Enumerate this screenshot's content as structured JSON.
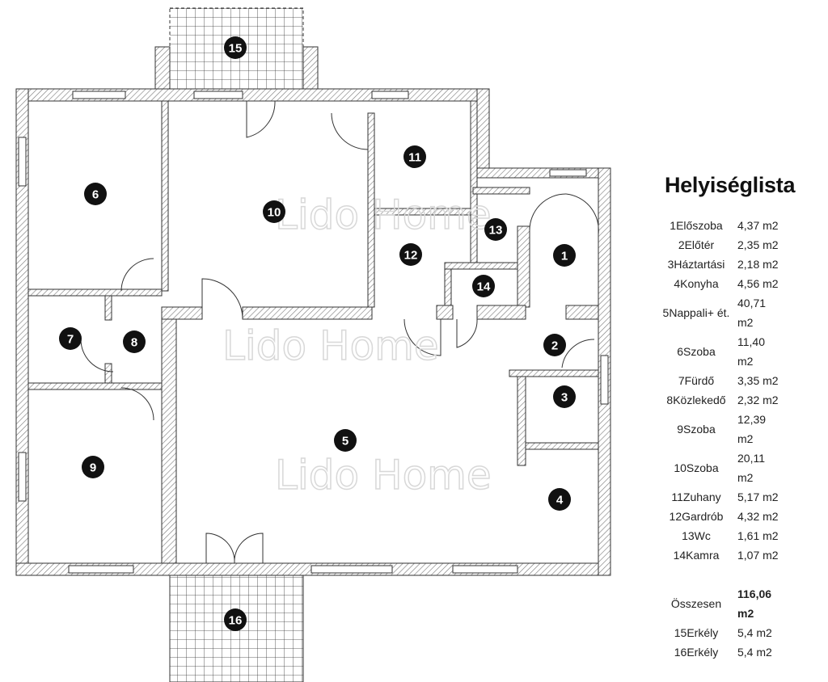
{
  "watermark": "Lido Home",
  "rooms_on_plan": [
    "1",
    "2",
    "3",
    "4",
    "5",
    "6",
    "7",
    "8",
    "9",
    "10",
    "11",
    "12",
    "13",
    "14",
    "15",
    "16"
  ],
  "legend": {
    "title": "Helyiséglista",
    "rows": [
      {
        "label": "1Előszoba",
        "value": "4,37 m2"
      },
      {
        "label": "2Előtér",
        "value": "2,35 m2"
      },
      {
        "label": "3Háztartási",
        "value": "2,18 m2"
      },
      {
        "label": "4Konyha",
        "value": "4,56 m2"
      },
      {
        "label": "5Nappali+ ét.",
        "value": "40,71 m2"
      },
      {
        "label": "6Szoba",
        "value": "11,40 m2"
      },
      {
        "label": "7Fürdő",
        "value": "3,35 m2"
      },
      {
        "label": "8Közlekedő",
        "value": "2,32 m2"
      },
      {
        "label": "9Szoba",
        "value": "12,39 m2"
      },
      {
        "label": "10Szoba",
        "value": "20,11 m2"
      },
      {
        "label": "11Zuhany",
        "value": "5,17 m2"
      },
      {
        "label": "12Gardrób",
        "value": "4,32 m2"
      },
      {
        "label": "13Wc",
        "value": "1,61 m2"
      },
      {
        "label": "14Kamra",
        "value": "1,07 m2"
      }
    ],
    "total": {
      "label": "Összesen",
      "value": "116,06 m2"
    },
    "balconies": [
      {
        "label": "15Erkély",
        "value": "5,4 m2"
      },
      {
        "label": "16Erkély",
        "value": "5,4 m2"
      }
    ]
  }
}
